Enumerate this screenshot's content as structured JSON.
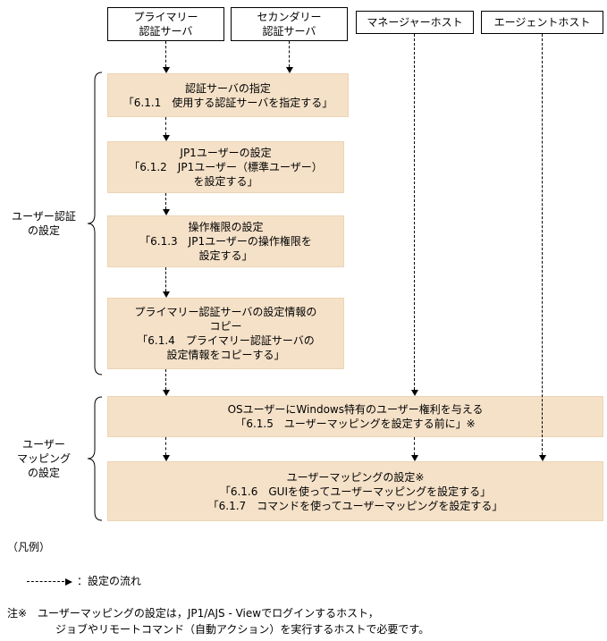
{
  "colors": {
    "step_fill": "#f5e1c8"
  },
  "headers": [
    {
      "lines": [
        "プライマリー",
        "認証サーバ"
      ]
    },
    {
      "lines": [
        "セカンダリー",
        "認証サーバ"
      ]
    },
    {
      "lines": [
        "マネージャーホスト"
      ]
    },
    {
      "lines": [
        "エージェントホスト"
      ]
    }
  ],
  "groups": [
    {
      "lines": [
        "ユーザー認証",
        "の設定"
      ]
    },
    {
      "lines": [
        "ユーザー",
        "マッピング",
        "の設定"
      ]
    }
  ],
  "steps": [
    {
      "lines": [
        "認証サーバの指定",
        "「6.1.1　使用する認証サーバを指定する」"
      ]
    },
    {
      "lines": [
        "JP1ユーザーの設定",
        "「6.1.2　JP1ユーザー（標準ユーザー）",
        "を設定する」"
      ]
    },
    {
      "lines": [
        "操作権限の設定",
        "「6.1.3　JP1ユーザーの操作権限を",
        "設定する」"
      ]
    },
    {
      "lines": [
        "プライマリー認証サーバの設定情報の",
        "コピー",
        "「6.1.4　プライマリー認証サーバの",
        "設定情報をコピーする」"
      ]
    },
    {
      "lines": [
        "OSユーザーにWindows特有のユーザー権利を与える",
        "「6.1.5　ユーザーマッピングを設定する前に」※"
      ]
    },
    {
      "lines": [
        "ユーザーマッピングの設定※",
        "「6.1.6　GUIを使ってユーザーマッピングを設定する」",
        "「6.1.7　コマンドを使ってユーザーマッピングを設定する」"
      ]
    }
  ],
  "legend": {
    "title": "（凡例）",
    "arrow_label": "：設定の流れ"
  },
  "note": {
    "line1": "注※　ユーザーマッピングの設定は，JP1/AJS - Viewでログインするホスト，",
    "line2": "ジョブやリモートコマンド（自動アクション）を実行するホストで必要です。"
  }
}
